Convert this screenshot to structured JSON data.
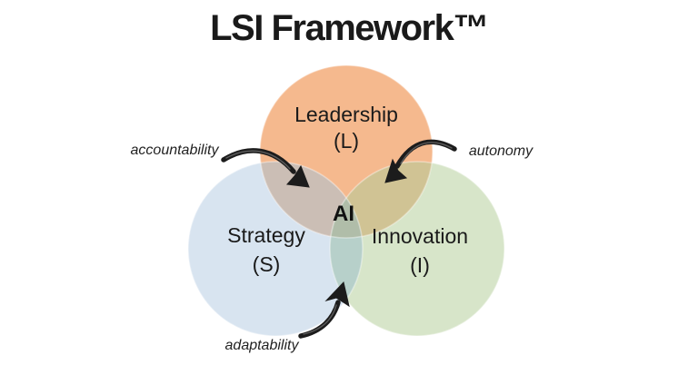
{
  "title": "LSI Framework™",
  "venn": {
    "circles": [
      {
        "name": "Leadership",
        "abbr": "(L)",
        "color": "#F5B98E"
      },
      {
        "name": "Strategy",
        "abbr": "(S)",
        "color": "#D8E4F0"
      },
      {
        "name": "Innovation",
        "abbr": "(I)",
        "color": "#D7E5C9"
      }
    ],
    "overlaps": {
      "leadership_strategy": "#CBBEB5",
      "leadership_innovation": "#D0C394",
      "strategy_innovation": "#B7D0CA",
      "center": "#B0BDA9"
    },
    "center_label": "AI",
    "annotations": [
      {
        "label": "accountability",
        "points_to": "leadership_strategy"
      },
      {
        "label": "autonomy",
        "points_to": "leadership_innovation"
      },
      {
        "label": "adaptability",
        "points_to": "strategy_innovation"
      }
    ]
  },
  "colors": {
    "background": "#FFFFFF",
    "text": "#1A1A1A",
    "arrow": "#1C1C1C"
  }
}
